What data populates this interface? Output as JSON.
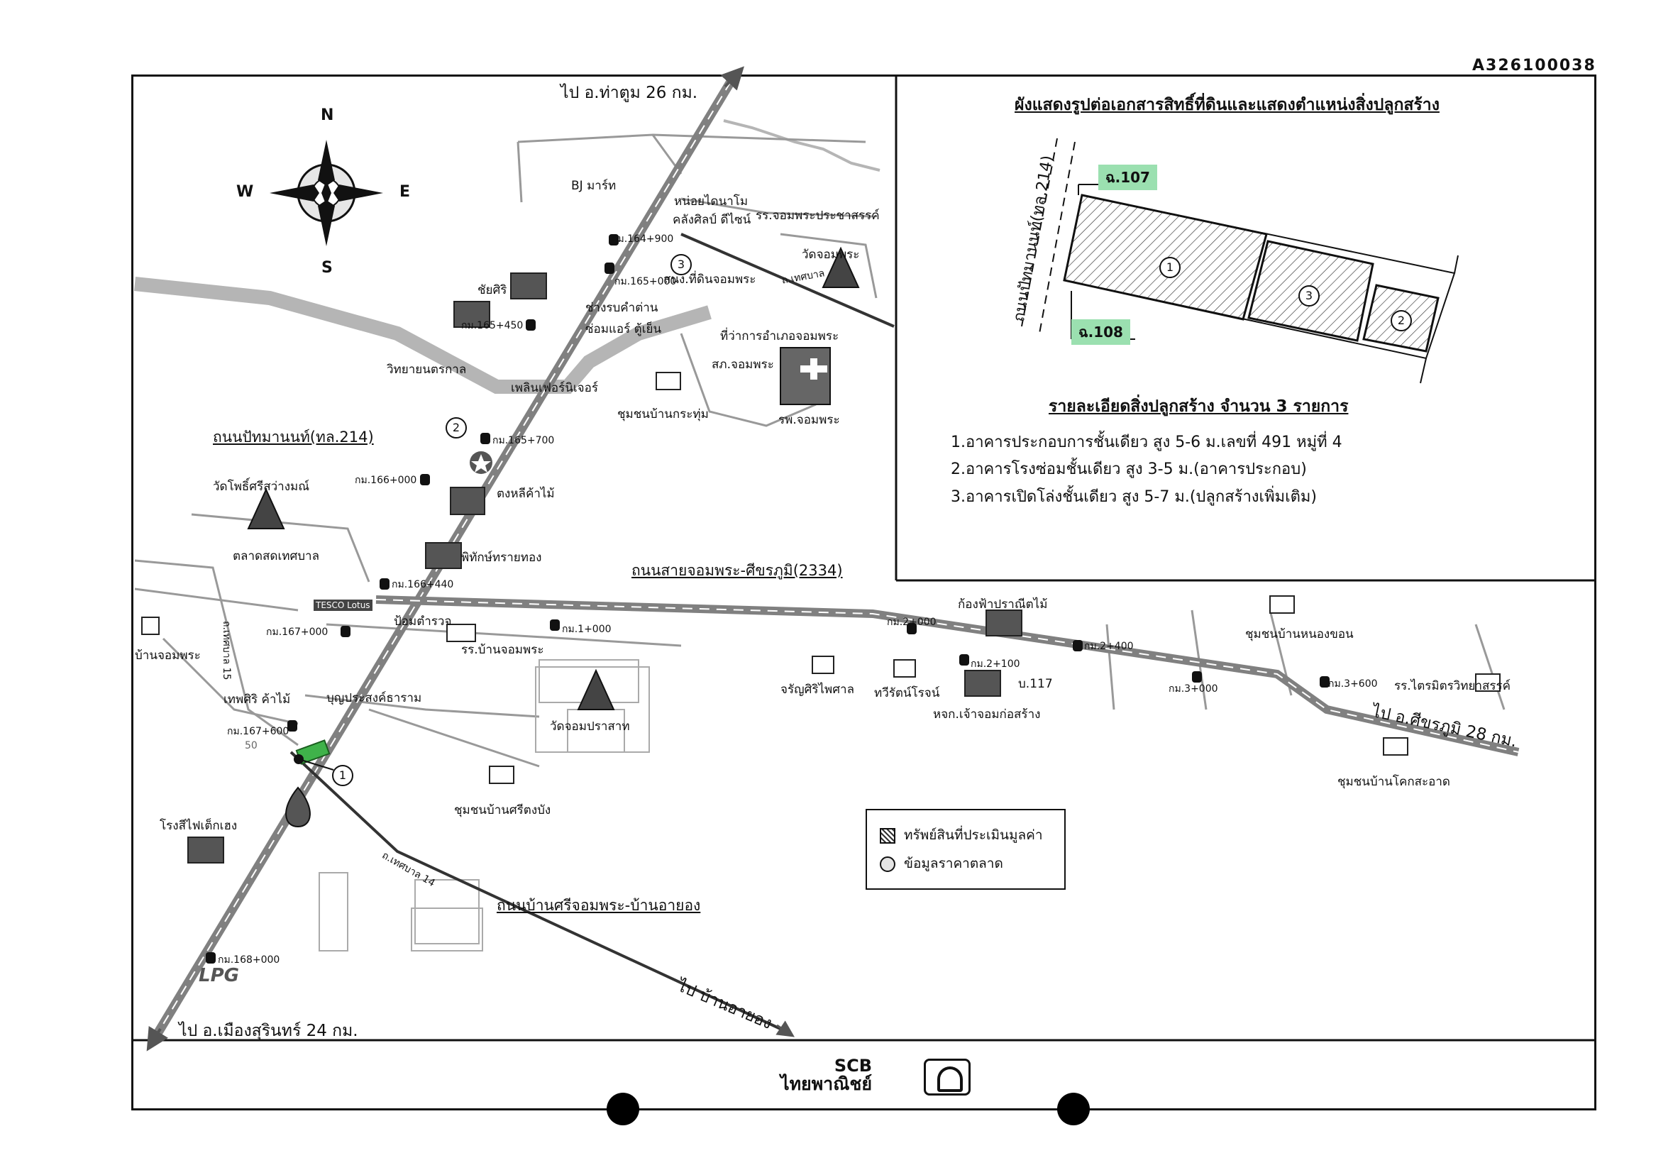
{
  "document": {
    "code": "A326100038"
  },
  "directions": {
    "north": "ไป อ.ท่าตูม 26 กม.",
    "south": "ไป อ.เมืองสุรินทร์ 24 กม.",
    "southeast": "ไป บ้านอายอง",
    "east": "ไป อ.ศีขรภูมิ 28 กม."
  },
  "compass": {
    "n": "N",
    "s": "S",
    "e": "E",
    "w": "W"
  },
  "roads": {
    "main": "ถนนปัทมานนท์(ทล.214)",
    "east": "ถนนสายจอมพระ-ศีขรภูมิ(2334)",
    "southeast": "ถนนบ้านศรีจอมพระ-บ้านอายอง",
    "tesaban15": "ถ.เทศบาล 15",
    "tesaban14": "ถ.เทศบาล 14",
    "tesaban_n": "ถ.เทศบาล"
  },
  "landmarks": {
    "bj_mart": "BJ มาร์ท",
    "honda": "หน่อยไดนาโม",
    "khlang_sin": "คลังศิลป์ ดีไซน์",
    "school_prachasan": "รร.จอมพระประชาสรรค์",
    "wat_jompra": "วัดจอมพระ",
    "chaisiri": "ชัยศิริ",
    "sanamkila": "สนง.ที่ดินจอมพระ",
    "district_office": "ที่ว่าการอำเภอจอมพระ",
    "chang_rop": "ช่างรบคำต่าน",
    "air_repair": "ซ่อมแอร์ ตู้เย็น",
    "police": "สภ.จอมพระ",
    "wittayu": "วิทยายนตรกาล",
    "ploen_furniture": "เพลินเฟอร์นิเจอร์",
    "community_krathum": "ชุมชนบ้านกระทุ่ม",
    "hospital": "รพ.จอมพระ",
    "tong_lee": "ตงหลีค้าไม้",
    "wat_pho_si": "วัดโพธิ์ศรีสว่างมณ์",
    "market": "ตลาดสดเทศบาล",
    "phitak_sai_thong": "พิทักษ์ทรายทอง",
    "community_jompra": "บ้านจอมพระ",
    "police_box": "ป้อมตำรวจ",
    "school_ban_jompra": "รร.บ้านจอมพระ",
    "thep_siri": "เทพศิริ ค้าไม้",
    "bun_prasong": "บุญประสงค์ธาราม",
    "wat_jom_prasat": "วัดจอมปราสาท",
    "fire_fighter": "โรงสีไฟเต็กเฮง",
    "community_si_tong_bang": "ชุมชนบ้านศรีตงบัง",
    "kong_fa": "ก้องฟ้าปราณีตไม้",
    "jarun_siri": "จรัญศิริไพศาล",
    "thawi_rat": "ทวีรัตน์โรจน์",
    "construction": "หจก.เจ้าจอมก่อสร้าง",
    "b117": "บ.117",
    "community_nong_khon": "ชุมชนบ้านหนองขอน",
    "school_trimit": "รร.ไตรมิตรวิทยาสรรค์",
    "community_khok_sa_at": "ชุมชนบ้านโคกสะอาด",
    "tesco": "TESCO Lotus",
    "lpg": "LPG",
    "km_50": "50"
  },
  "km_markers": {
    "k164900": "กม.164+900",
    "k165000": "กม.165+000",
    "k165450": "กม.165+450",
    "k165700": "กม.165+700",
    "k166000": "กม.166+000",
    "k166440": "กม.166+440",
    "k167000": "กม.167+000",
    "k167600": "กม.167+600",
    "k168000": "กม.168+000",
    "k1000": "กม.1+000",
    "k2000": "กม.2+000",
    "k2100": "กม.2+100",
    "k2400": "กม.2+400",
    "k3000": "กม.3+000",
    "k3600": "กม.3+600"
  },
  "circle_numbers": {
    "one": "1",
    "two": "2",
    "three": "3"
  },
  "plot_diagram": {
    "title": "ผังแสดงรูปต่อเอกสารสิทธิ์ที่ดินและแสดงตำแหน่งสิ่งปลูกสร้าง",
    "road": "ถนนปัทมานนท์(ทล.214)",
    "marker_top": "ฉ.107",
    "marker_bottom": "ฉ.108",
    "lot1": "1",
    "lot2": "2",
    "lot3": "3"
  },
  "details": {
    "title": "รายละเอียดสิ่งปลูกสร้าง จำนวน 3 รายการ",
    "items": [
      "1.อาคารประกอบการชั้นเดียว สูง 5-6 ม.เลขที่ 491 หมู่ที่ 4",
      "2.อาคารโรงซ่อมชั้นเดียว สูง 3-5 ม.(อาคารประกอบ)",
      "3.อาคารเปิดโล่งชั้นเดียว สูง 5-7 ม.(ปลูกสร้างเพิ่มเติม)"
    ]
  },
  "legend": {
    "subject": "ทรัพย์สินที่ประเมินมูลค่า",
    "market": "ข้อมูลราคาตลาด"
  },
  "footer": {
    "bank_short": "SCB",
    "bank_name": "ไทยพาณิชย์"
  },
  "colors": {
    "road": "#8a8a8a",
    "river": "#b5b5b5",
    "subject": "#3fb24a",
    "highlight": "#9be0b0"
  },
  "icons": [
    "compass-rose-icon",
    "building-icon",
    "temple-icon",
    "km-marker-icon",
    "hospital-icon",
    "house-icon",
    "school-icon",
    "gas-station-icon"
  ]
}
